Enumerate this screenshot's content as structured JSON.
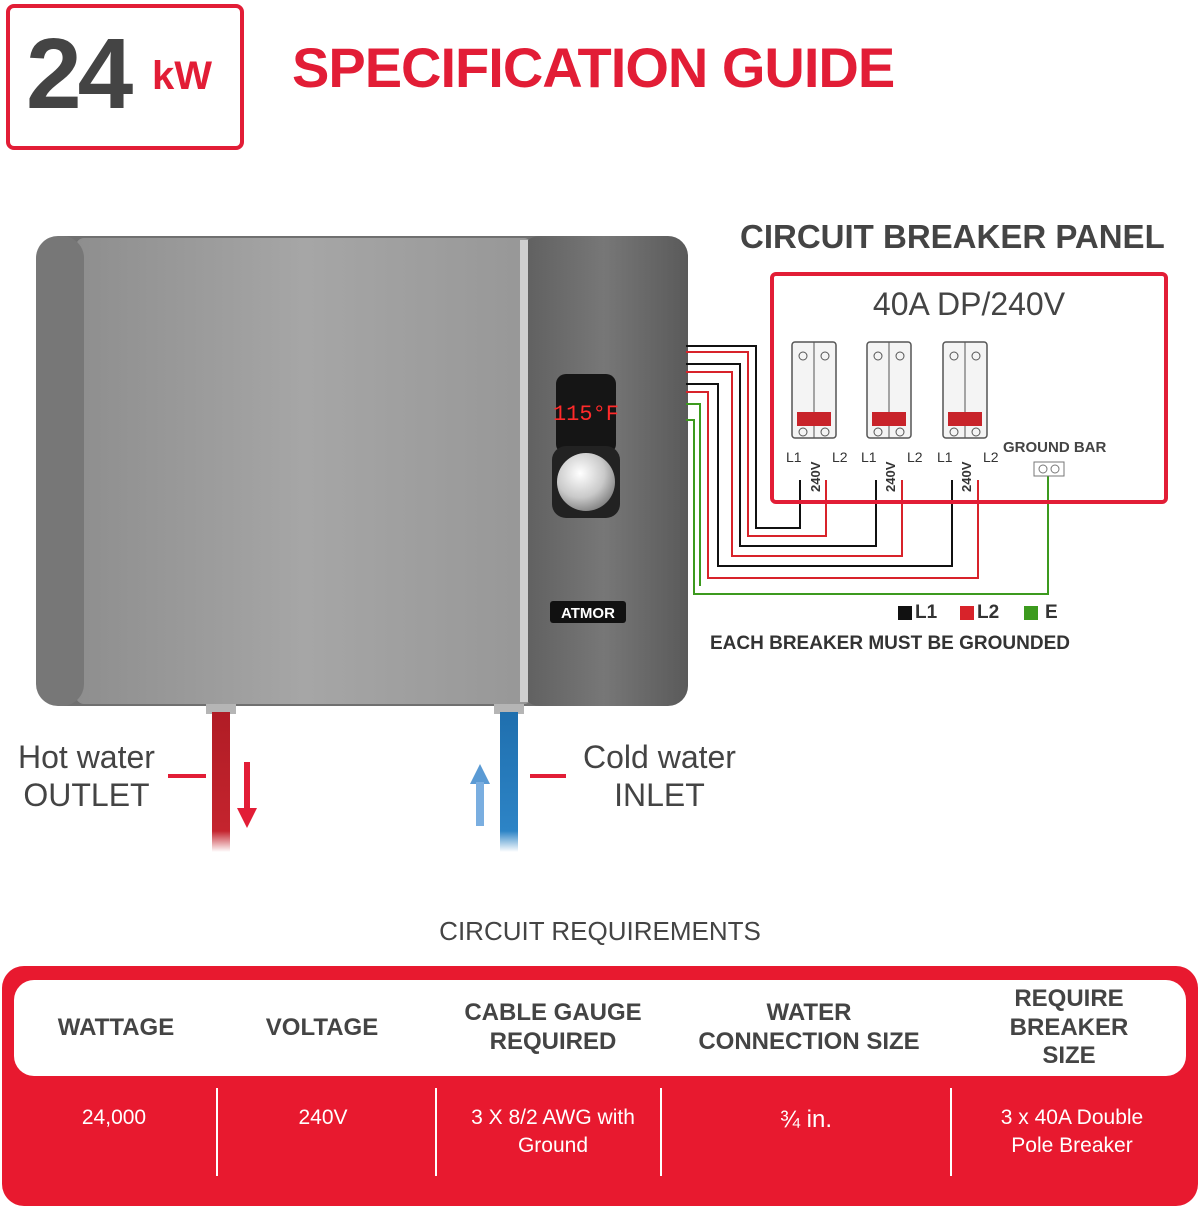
{
  "header": {
    "power_value": "24",
    "power_unit": "kW",
    "title": "SPECIFICATION GUIDE"
  },
  "heater": {
    "display_temp": "115°F",
    "brand": "ATMOR"
  },
  "breaker_panel": {
    "title": "CIRCUIT BREAKER PANEL",
    "rating": "40A DP/240V",
    "breakers": [
      {
        "l1": "L1",
        "l2": "L2",
        "voltage": "240V"
      },
      {
        "l1": "L1",
        "l2": "L2",
        "voltage": "240V"
      },
      {
        "l1": "L1",
        "l2": "L2",
        "voltage": "240V"
      }
    ],
    "ground_bar_label": "GROUND BAR"
  },
  "legend": [
    {
      "label": "L1",
      "color": "#111111"
    },
    {
      "label": "L2",
      "color": "#d8232a"
    },
    {
      "label": "E",
      "color": "#3c9a1e"
    }
  ],
  "grounding_note": "EACH BREAKER MUST BE GROUNDED",
  "water": {
    "hot": {
      "line1": "Hot water",
      "line2": "OUTLET",
      "color": "#c0202a"
    },
    "cold": {
      "line1": "Cold water",
      "line2": "INLET",
      "color": "#2a7fc0"
    }
  },
  "requirements": {
    "title": "CIRCUIT REQUIREMENTS",
    "columns": [
      {
        "header": "WATTAGE",
        "value": "24,000"
      },
      {
        "header": "VOLTAGE",
        "value": "240V"
      },
      {
        "header": "CABLE GAUGE REQUIRED",
        "value": "3 X 8/2 AWG with Ground"
      },
      {
        "header": "WATER CONNECTION SIZE",
        "value": "¾ in."
      },
      {
        "header": "REQUIRE BREAKER SIZE",
        "value": "3 x 40A Double Pole Breaker"
      }
    ]
  },
  "colors": {
    "accent_red": "#e21d36",
    "text_dark": "#444444",
    "heater_body": "#9b9b9b",
    "heater_side": "#6f6f6f"
  }
}
